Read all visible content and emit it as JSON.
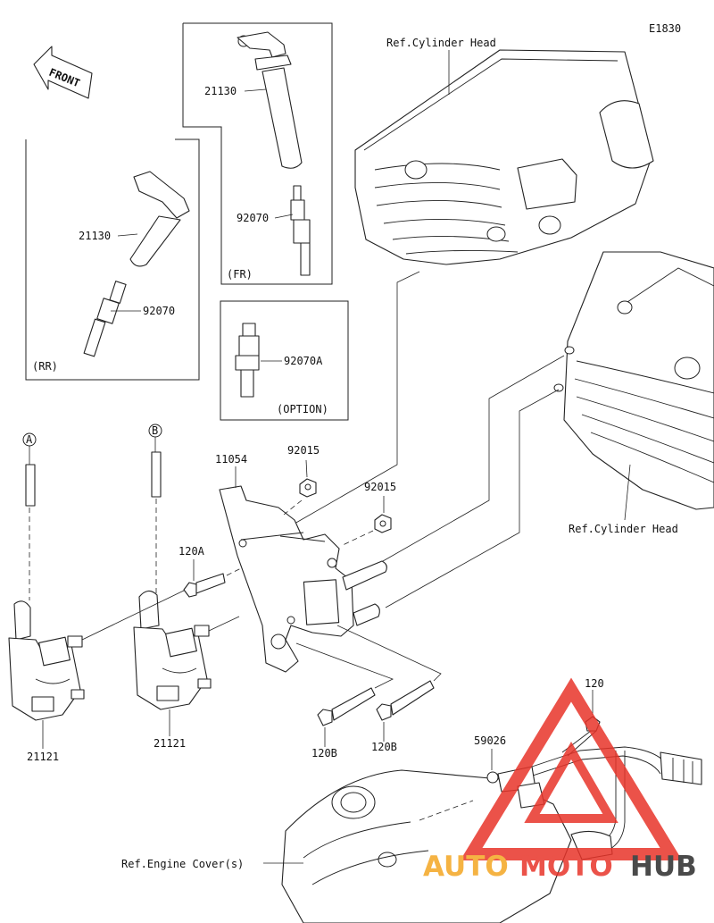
{
  "diagram_code": "E1830",
  "front_label": "FRONT",
  "refs": {
    "cylinder_head_top": "Ref.Cylinder Head",
    "cylinder_head_right": "Ref.Cylinder Head",
    "engine_cover": "Ref.Engine Cover(s)"
  },
  "boxes": {
    "rr": "(RR)",
    "fr": "(FR)",
    "option": "(OPTION)"
  },
  "markers": {
    "a": "A",
    "b": "B"
  },
  "parts": {
    "cap_fr": "21130",
    "plug_fr": "92070",
    "cap_rr": "21130",
    "plug_rr": "92070",
    "plug_option": "92070A",
    "bracket": "11054",
    "nut_upper": "92015",
    "nut_lower": "92015",
    "bolt_short": "120A",
    "coil_left": "21121",
    "coil_right": "21121",
    "bolt_long_left": "120B",
    "bolt_long_right": "120B",
    "bolt_harness": "120",
    "clamp": "59026"
  },
  "watermark": {
    "auto": "AUTO",
    "moto": "MOTO",
    "hub": "HUB",
    "color_red": "#e8342a",
    "color_orange": "#f4a623",
    "color_dark": "#2b2b2b"
  }
}
